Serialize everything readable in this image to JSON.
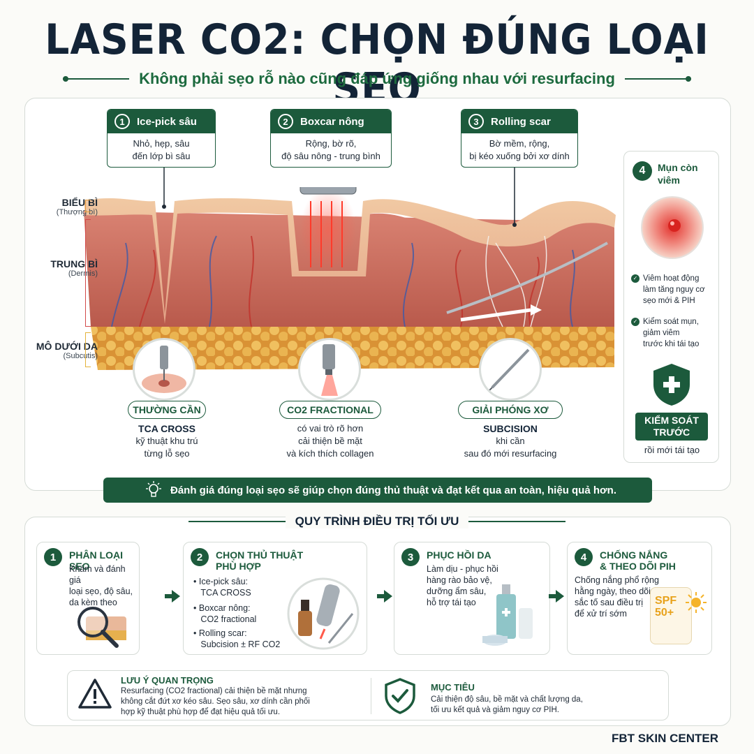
{
  "header": {
    "title": "LASER CO2: CHỌN ĐÚNG LOẠI SẸO",
    "subtitle": "Không phải sẹo rỗ nào cũng đáp ứng giống nhau với resurfacing"
  },
  "layers": [
    {
      "name": "BIỂU BÌ",
      "sub": "(Thượng bì)"
    },
    {
      "name": "TRUNG BÌ",
      "sub": "(Dermis)"
    },
    {
      "name": "MÔ DƯỚI DA",
      "sub": "(Subcutis)"
    }
  ],
  "scars": [
    {
      "num": "1",
      "title": "Ice-pick sâu",
      "lines": [
        "Nhỏ, hẹp, sâu",
        "đến lớp bì sâu"
      ]
    },
    {
      "num": "2",
      "title": "Boxcar nông",
      "lines": [
        "Rộng, bờ rõ,",
        "độ sâu nông - trung bình"
      ]
    },
    {
      "num": "3",
      "title": "Rolling scar",
      "lines": [
        "Bờ mềm, rộng,",
        "bị kéo xuống bởi xơ dính"
      ]
    }
  ],
  "methods": [
    {
      "pill": "THƯỜNG CẦN",
      "title": "TCA CROSS",
      "lines": [
        "kỹ thuật khu trú",
        "từng lỗ sẹo"
      ]
    },
    {
      "pill": "CO2 FRACTIONAL",
      "title": "",
      "lines": [
        "có vai trò rõ hơn",
        "cải thiện bề mặt",
        "và kích thích collagen"
      ]
    },
    {
      "pill": "GIẢI PHÓNG XƠ",
      "title": "SUBCISION",
      "lines": [
        "khi cần",
        "sau đó mới resurfacing"
      ]
    }
  ],
  "acne": {
    "num": "4",
    "title": [
      "Mụn còn",
      "viêm"
    ],
    "checks": [
      [
        "Viêm hoạt động",
        "làm tăng nguy cơ",
        "sẹo mới & PIH"
      ],
      [
        "Kiểm soát mụn,",
        "giảm viêm",
        "trước khi tái tạo"
      ]
    ],
    "badge": [
      "KIỂM SOÁT",
      "TRƯỚC"
    ],
    "badge_sub": "rồi mới tái tạo"
  },
  "banner": "Đánh giá đúng loại sẹo sẽ giúp chọn đúng thủ thuật và đạt kết qua an toàn, hiệu quả hơn.",
  "process": {
    "title": "QUY TRÌNH ĐIỀU TRỊ TỐI ƯU",
    "steps": [
      {
        "num": "1",
        "title": [
          "PHÂN LOẠI SẸO"
        ],
        "lines": [
          "Khám và đánh giá",
          "loại sẹo, độ sâu,",
          "da kèm theo"
        ]
      },
      {
        "num": "2",
        "title": [
          "CHỌN THỦ THUẬT",
          "PHÙ HỢP"
        ],
        "bullets": [
          [
            "Ice-pick sâu:",
            "TCA CROSS"
          ],
          [
            "Boxcar nông:",
            "CO2 fractional"
          ],
          [
            "Rolling scar:",
            "Subcision ± RF CO2"
          ]
        ]
      },
      {
        "num": "3",
        "title": [
          "PHỤC HỒI DA"
        ],
        "lines": [
          "Làm dịu - phục hồi",
          "hàng rào bảo vệ,",
          "dưỡng ẩm sâu,",
          "hỗ trợ tái tạo"
        ]
      },
      {
        "num": "4",
        "title": [
          "CHỐNG NẮNG",
          "& THEO DÕI PIH"
        ],
        "lines": [
          "Chống nắng phổ rộng",
          "hằng ngày, theo dõi",
          "sắc tố sau điều trị",
          "để xử trí sớm"
        ]
      }
    ],
    "spf": [
      "SPF",
      "50+"
    ]
  },
  "notes": {
    "warning_title": "LƯU Ý QUAN TRỌNG",
    "warning_lines": [
      "Resurfacing (CO2 fractional) cải thiện bề mặt nhưng",
      "không cắt đứt xơ kéo sâu. Sẹo sâu, xơ dính cần phối",
      "hợp kỹ thuật phù hợp để đạt hiệu quả tối ưu."
    ],
    "goal_title": "MỤC TIÊU",
    "goal_lines": [
      "Cải thiện độ sâu, bề mặt và chất lượng da,",
      "tối ưu kết quả và giảm nguy cơ PIH."
    ]
  },
  "brand": "FBT SKIN CENTER",
  "colors": {
    "accent": "#1c5a3c",
    "title": "#132437",
    "dermis": "#c96a5c",
    "fat": "#e7b24f"
  }
}
